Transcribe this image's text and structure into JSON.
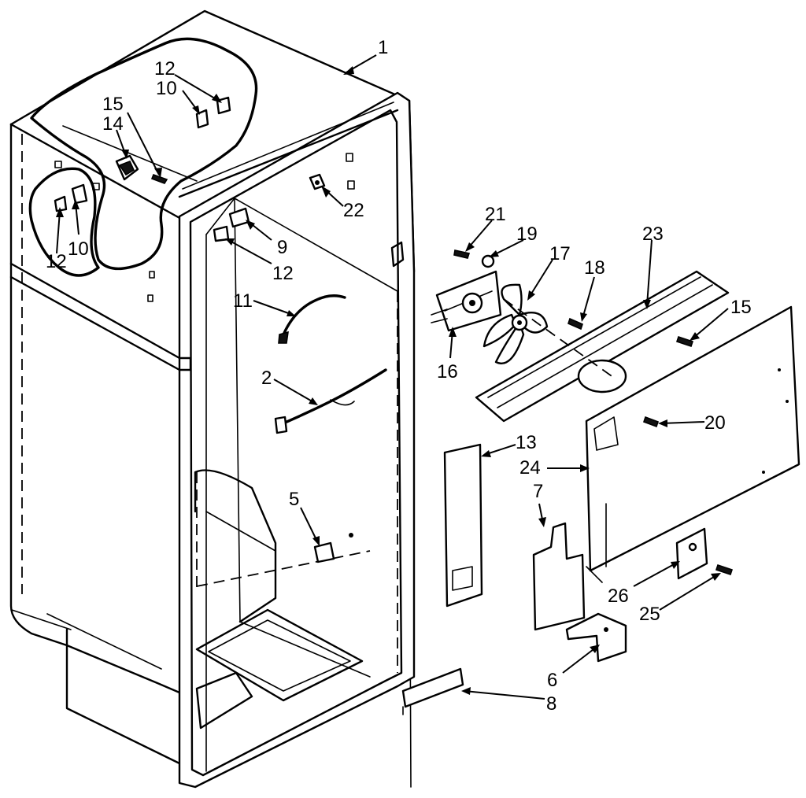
{
  "callouts": [
    {
      "id": "c1",
      "text": "1"
    },
    {
      "id": "c12a",
      "text": "12"
    },
    {
      "id": "c10a",
      "text": "10"
    },
    {
      "id": "c15a",
      "text": "15"
    },
    {
      "id": "c14",
      "text": "14"
    },
    {
      "id": "c22",
      "text": "22"
    },
    {
      "id": "c9",
      "text": "9"
    },
    {
      "id": "c12b",
      "text": "12"
    },
    {
      "id": "c12c",
      "text": "12"
    },
    {
      "id": "c10b",
      "text": "10"
    },
    {
      "id": "c11",
      "text": "11"
    },
    {
      "id": "c2",
      "text": "2"
    },
    {
      "id": "c5",
      "text": "5"
    },
    {
      "id": "c21",
      "text": "21"
    },
    {
      "id": "c19",
      "text": "19"
    },
    {
      "id": "c17",
      "text": "17"
    },
    {
      "id": "c18",
      "text": "18"
    },
    {
      "id": "c23",
      "text": "23"
    },
    {
      "id": "c15b",
      "text": "15"
    },
    {
      "id": "c16",
      "text": "16"
    },
    {
      "id": "c20",
      "text": "20"
    },
    {
      "id": "c13",
      "text": "13"
    },
    {
      "id": "c24",
      "text": "24"
    },
    {
      "id": "c7",
      "text": "7"
    },
    {
      "id": "c26",
      "text": "26"
    },
    {
      "id": "c25",
      "text": "25"
    },
    {
      "id": "c6",
      "text": "6"
    },
    {
      "id": "c8",
      "text": "8"
    }
  ]
}
